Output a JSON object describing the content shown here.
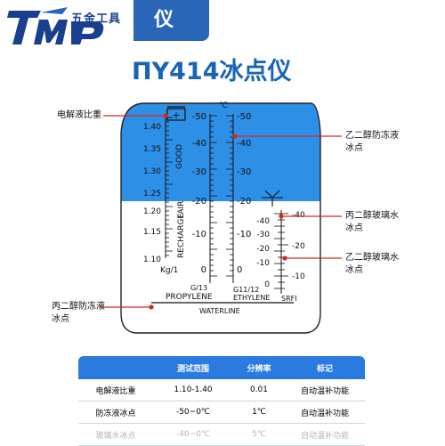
{
  "brand": {
    "logo_text": "TMP",
    "logo_cn": "五金工具",
    "banner_text": "仪"
  },
  "title": "ΠY414冰点仪",
  "colors": {
    "blue_field": "#2e8fe6",
    "table_header": "#2a7ae0",
    "title": "#1a64b4"
  },
  "scale": {
    "battery": {
      "left_values": [
        "1.40",
        "1.35",
        "1.30",
        "1.25",
        "1.20",
        "1.15",
        "1.10"
      ],
      "unit": "Kg/1",
      "label_good": "GOOD",
      "label_fair": "FAIR",
      "label_recharge": "RECHARGE"
    },
    "propylene": {
      "values": [
        "-50",
        "-40",
        "-30",
        "-20",
        "-10",
        "0"
      ],
      "footer": "G/13",
      "name": "PROPYLENE"
    },
    "degree_unit": "℃",
    "ethylene": {
      "values": [
        "-50",
        "-40",
        "-30",
        "-20",
        "-10",
        "0"
      ],
      "footer": "G11/12",
      "name": "ETHYLENE"
    },
    "srfi_left": [
      "-40",
      "-30",
      "-20",
      "-10",
      "0"
    ],
    "srfi_right": [
      "-40",
      "-20",
      "-10"
    ],
    "srfi_name": "SRFI",
    "waterline": "WATERLINE"
  },
  "callouts": {
    "electrolyte": "电解液比重",
    "ethylene_glycol": "乙二醇防冻液\n冰点",
    "propylene_glass": "丙二醇玻璃水\n冰点",
    "ethylene_glass": "乙二醇玻璃水\n冰点",
    "propylene_glycol": "丙二醇防冻液\n冰点"
  },
  "table": {
    "headers": [
      "",
      "测试范围",
      "分辨率",
      "标记"
    ],
    "rows": [
      [
        "电解液比重",
        "1.10-1.40",
        "0.01",
        "自动温补功能"
      ],
      [
        "防冻液冰点",
        "-50~0℃",
        "1℃",
        "自动温补功能"
      ],
      [
        "玻璃水冰点",
        "-40~0℃",
        "5℃",
        "自动温补功能"
      ]
    ]
  }
}
